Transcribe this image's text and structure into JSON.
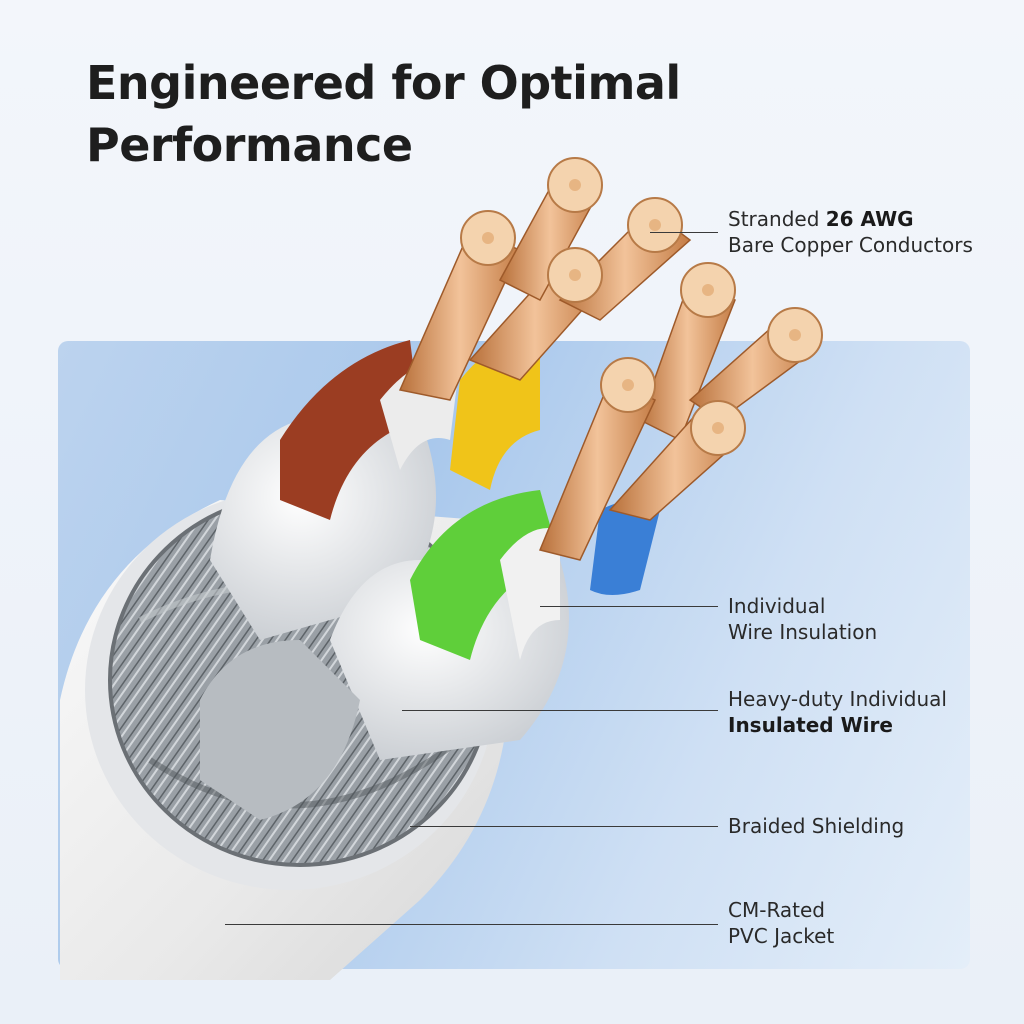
{
  "page": {
    "title_line1": "Engineered for Optimal",
    "title_line2": "Performance"
  },
  "callouts": {
    "conductors": {
      "line1_prefix": "Stranded ",
      "line1_bold": "26 AWG",
      "line2": "Bare Copper Conductors"
    },
    "insulation": {
      "line1": "Individual",
      "line2": "Wire Insulation"
    },
    "insulated_wire": {
      "line1": "Heavy-duty Individual",
      "line2_bold": "Insulated Wire"
    },
    "shielding": {
      "line1": "Braided Shielding"
    },
    "jacket": {
      "line1": "CM-Rated",
      "line2": "PVC Jacket"
    }
  },
  "colors": {
    "copper": "#d9935a",
    "copper_light": "#f2c39a",
    "insulation_brown": "#9b3d22",
    "insulation_yellow": "#f0c419",
    "insulation_green": "#5fcf3a",
    "insulation_blue": "#3a7fd6",
    "shield_silver": "#8c9196",
    "jacket_white": "#f2f2f2",
    "panel_blue": "#a9c8ec"
  }
}
